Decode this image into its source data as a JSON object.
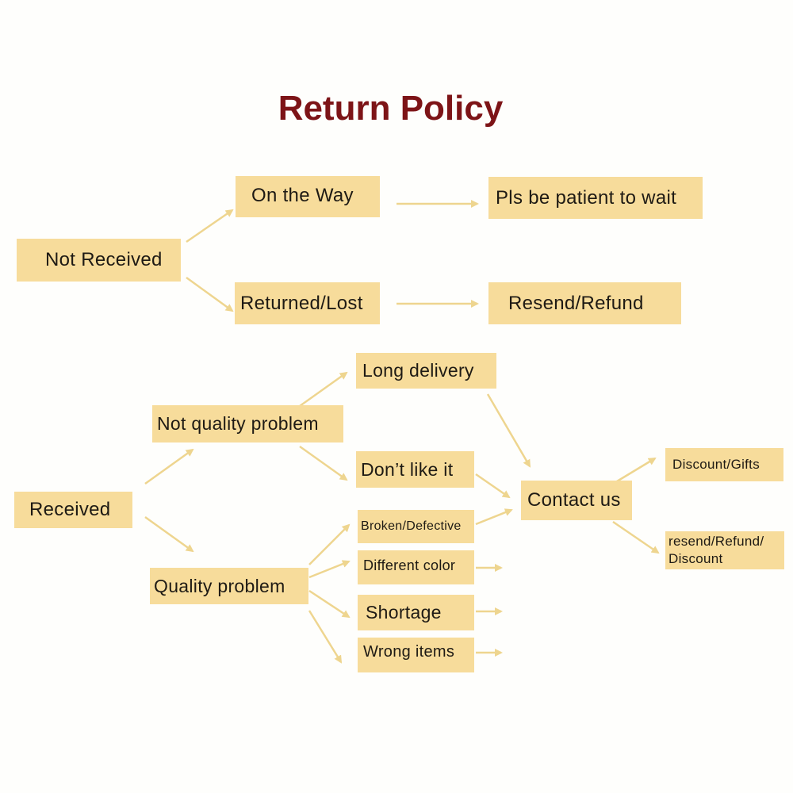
{
  "title": "Return Policy",
  "colors": {
    "title": "#7d1417",
    "box_fill": "#f7dc9b",
    "arrow": "#eed58f",
    "text": "#1e1a14",
    "background": "#fefefc"
  },
  "nodes": {
    "not_received": "Not Received",
    "on_the_way": "On the Way",
    "be_patient": "Pls be patient to wait",
    "returned_lost": "Returned/Lost",
    "resend_refund": "Resend/Refund",
    "received": "Received",
    "not_quality_problem": "Not quality problem",
    "long_delivery": "Long delivery",
    "dont_like_it": "Don’t like it",
    "quality_problem": "Quality problem",
    "broken_defective": "Broken/Defective",
    "different_color": "Different color",
    "shortage": "Shortage",
    "wrong_items": "Wrong items",
    "contact_us": "Contact us",
    "discount_gifts": "Discount/Gifts",
    "resend_refund_discount": "resend/Refund/ Discount"
  }
}
